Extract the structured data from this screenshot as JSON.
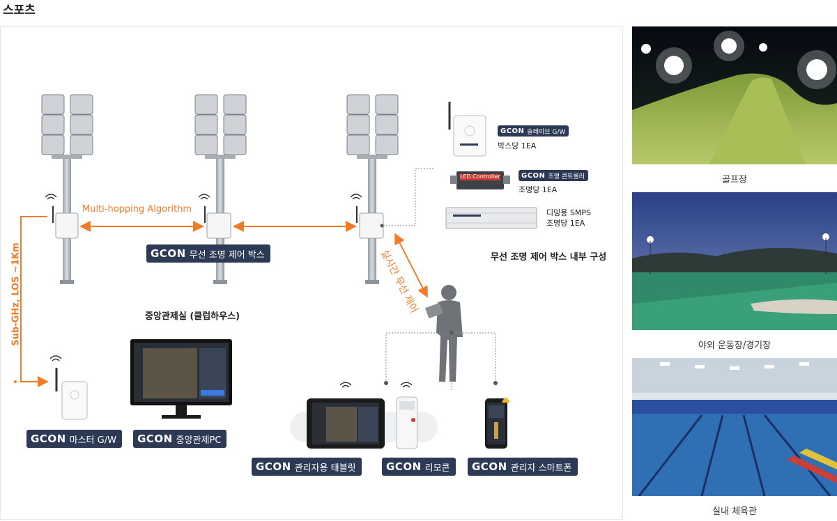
{
  "section_title": "스포츠",
  "brand": "GCON",
  "links": {
    "multi_hopping": "Multi-hopping Algorithm",
    "sub_ghz": "Sub-GHz, LOS ~1Km",
    "realtime": "실시간 무선 제어"
  },
  "pole_box_label": "무선 조명 제어 박스",
  "inner": {
    "caption": "무선 조명 제어 박스 내부 구성",
    "slave_label": "슬레이브 G/W",
    "slave_count": "박스당 1EA",
    "controller_label": "조명 콘트롤러",
    "controller_count": "조명당 1EA",
    "controller_device_text": "LED Controller",
    "smps_label": "디밍용 SMPS",
    "smps_count": "조명당 1EA"
  },
  "control_room": {
    "caption": "중앙관제실 (클럽하우스)",
    "master_label": "마스터 G/W",
    "pc_label": "중앙관제PC"
  },
  "devices": {
    "tablet_label": "관리자용 태블릿",
    "remote_label": "리모콘",
    "phone_label": "관리자 스마트폰"
  },
  "photos": [
    {
      "label": "골프장"
    },
    {
      "label": "야외 운동장/경기장"
    },
    {
      "label": "실내 체육관"
    }
  ],
  "colors": {
    "accent": "#f07c2a",
    "tag_bg": "#2c3a55"
  }
}
